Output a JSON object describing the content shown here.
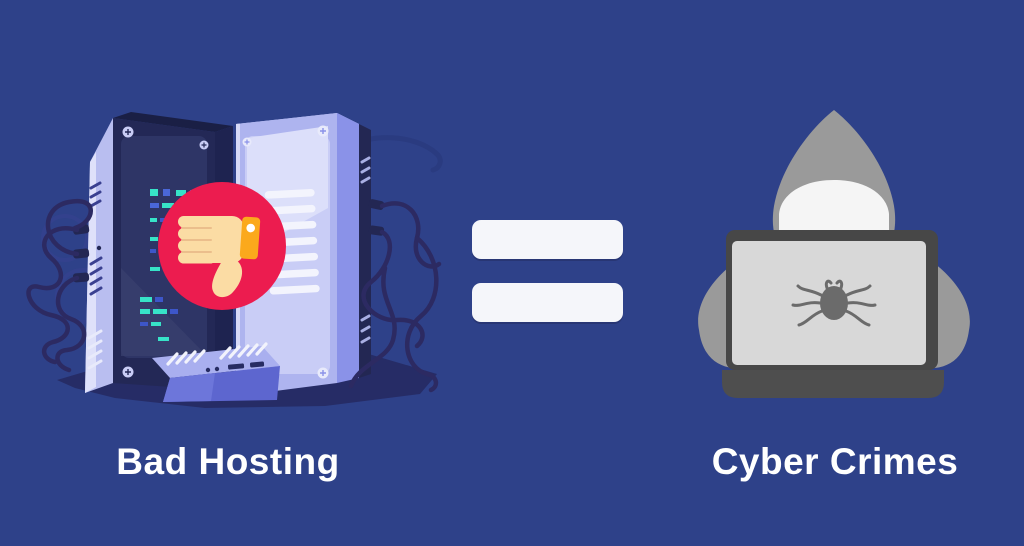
{
  "background_color": "#2e4189",
  "left": {
    "label": "Bad Hosting",
    "illustration": "server-racks-with-thumbs-down",
    "badge": {
      "icon": "thumbs-down",
      "circle_color": "#ec1c4f",
      "hand_color": "#fbdca4",
      "cuff_color": "#fba91c"
    },
    "colors": {
      "tower_dark": "#232856",
      "tower_light": "#aeb4ef",
      "code_teal": "#37e3c8",
      "code_blue": "#4a67d8",
      "cable": "#2c2a62",
      "shadow": "#262c66"
    }
  },
  "equals": {
    "symbol": "=",
    "bar_color": "#f5f6fa"
  },
  "right": {
    "label": "Cyber Crimes",
    "illustration": "hooded-hacker-with-laptop",
    "icon": "bug",
    "colors": {
      "hood": "#9a9a9a",
      "face": "#f5f5f5",
      "laptop_lid": "#d8d8d8",
      "laptop_frame": "#474747",
      "bug": "#6b6b6b"
    }
  },
  "label_color": "#ffffff"
}
